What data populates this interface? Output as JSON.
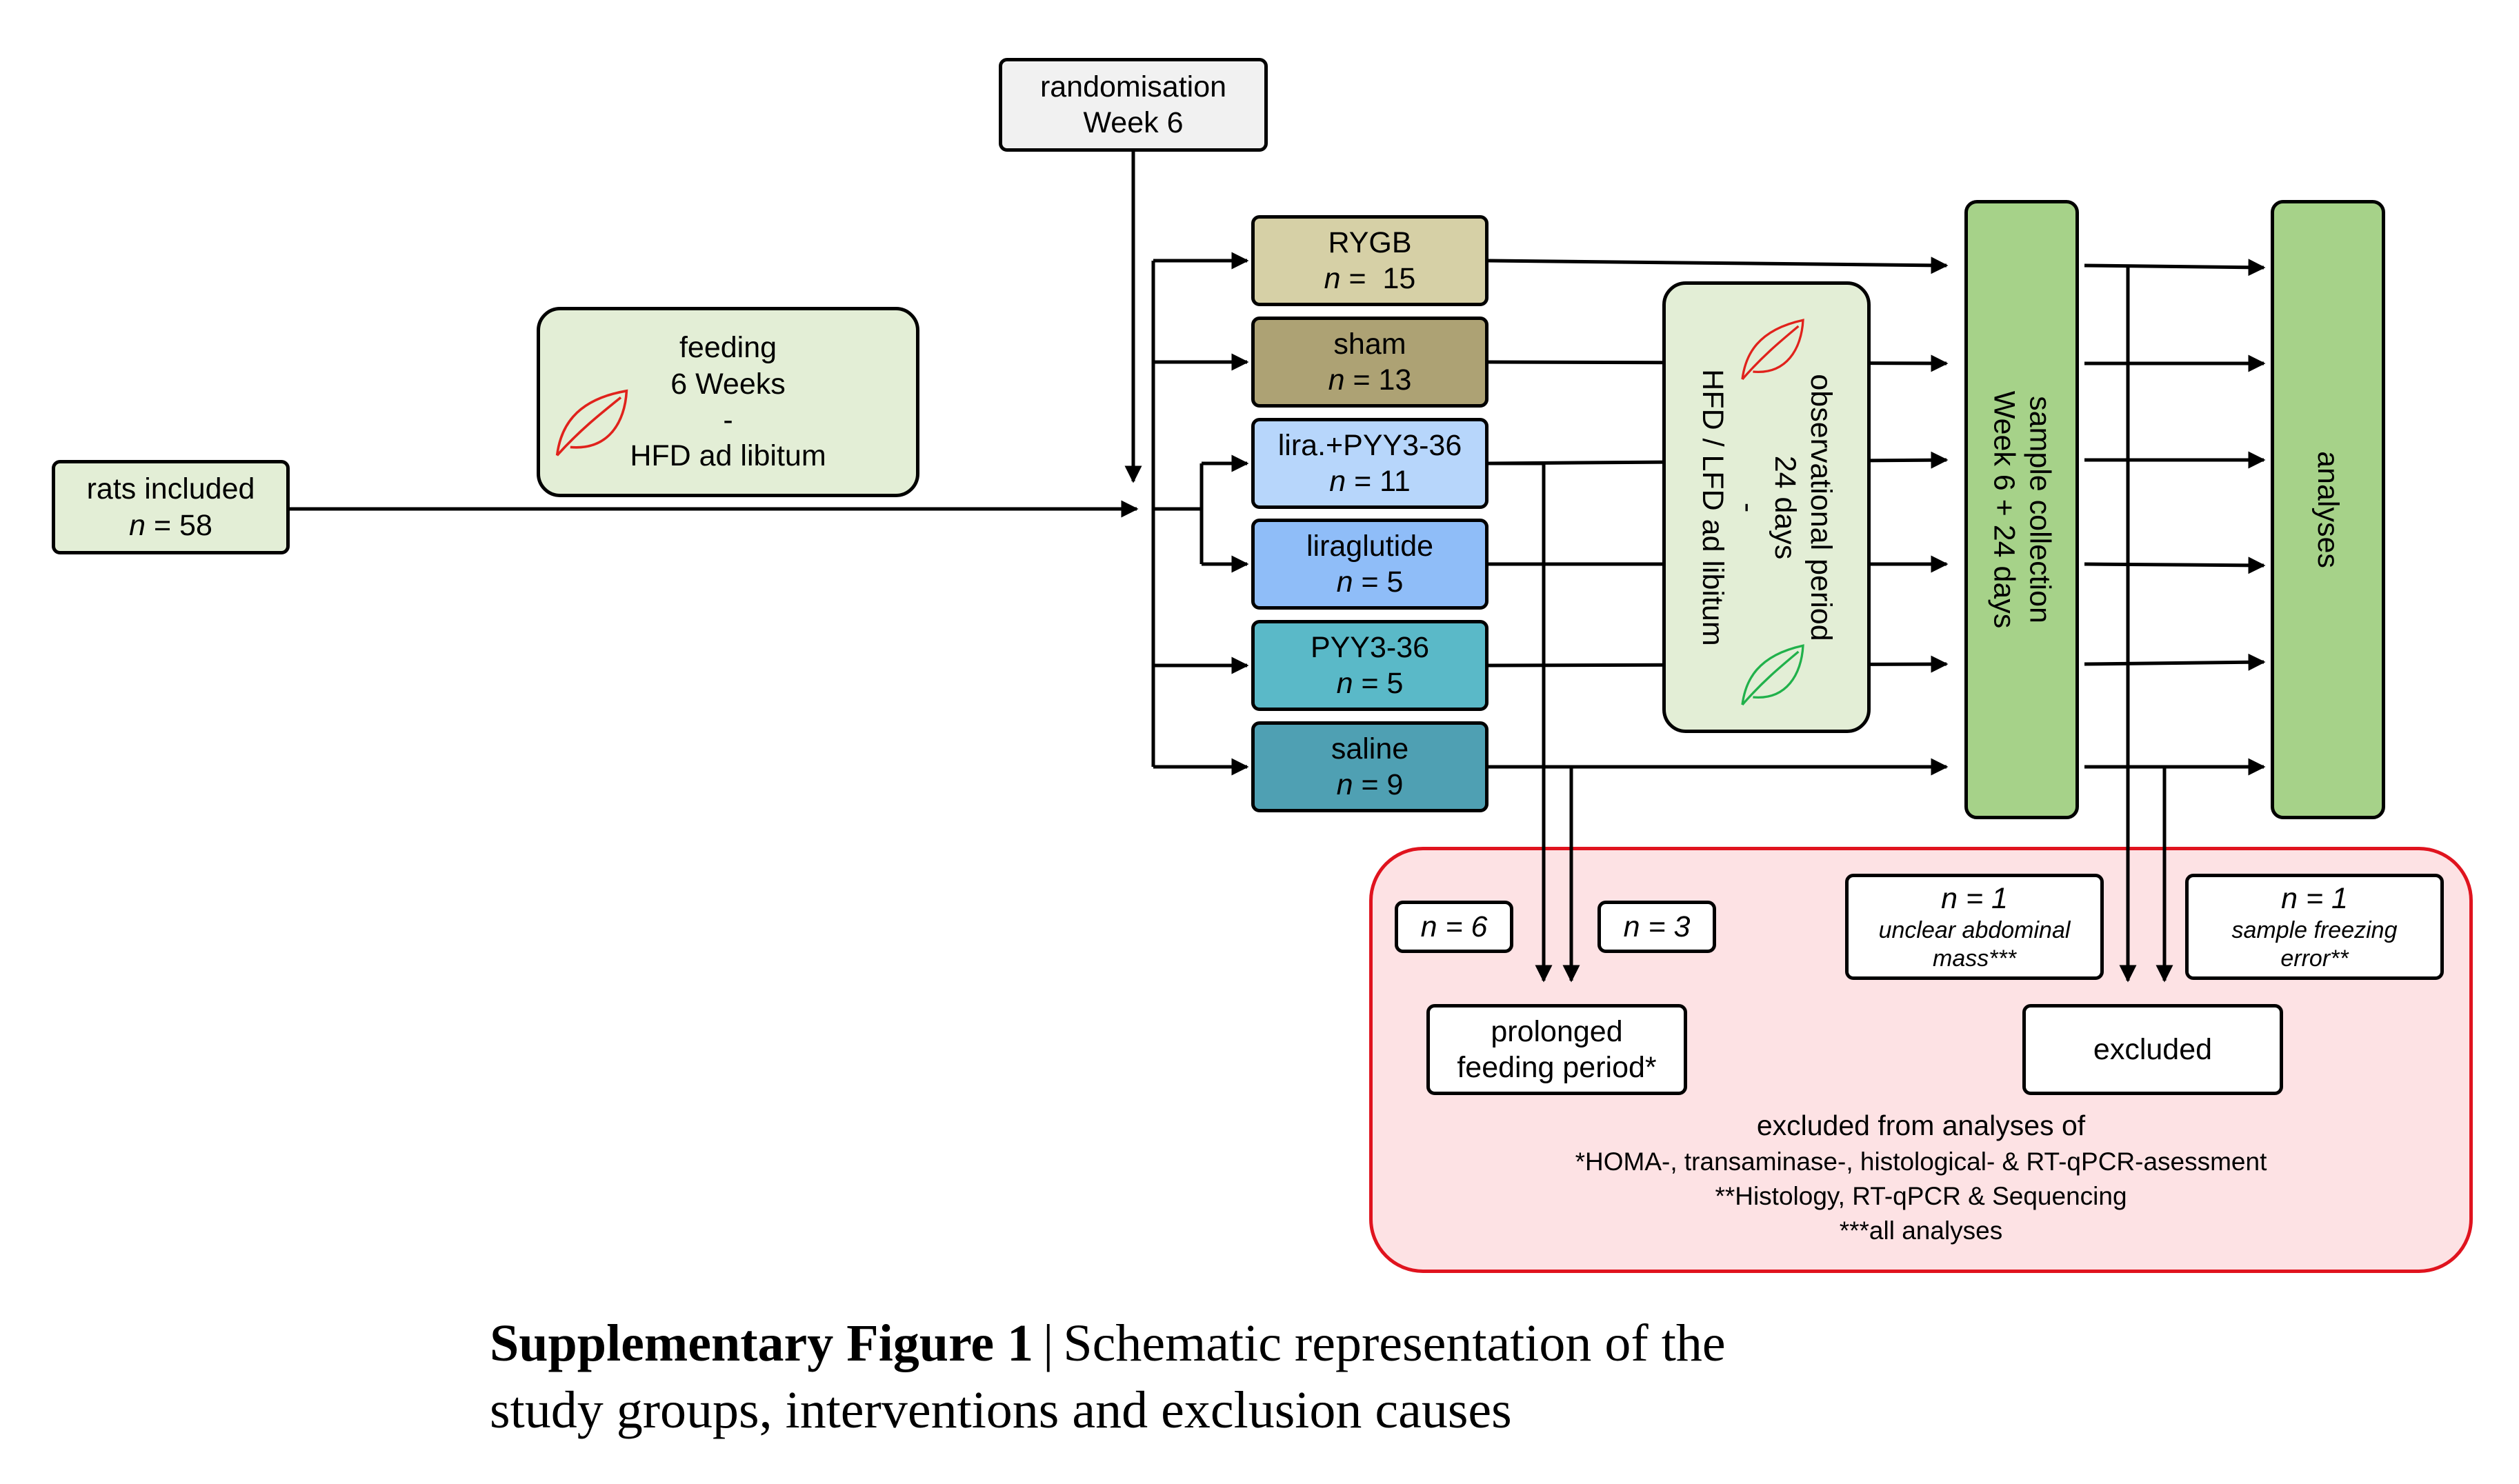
{
  "start": {
    "title": "rats included",
    "n_prefix": "n",
    "n_text": " = 58"
  },
  "feeding": {
    "line1": "feeding",
    "line2": "6 Weeks",
    "line3": "-",
    "line4": "HFD ad libitum"
  },
  "randomisation": {
    "line1": "randomisation",
    "line2": "Week 6"
  },
  "groups": [
    {
      "name": "RYGB",
      "n_text": " =  15",
      "color": "#d6d0a6"
    },
    {
      "name": "sham",
      "n_text": " = 13",
      "color": "#ada274"
    },
    {
      "name": "lira.+PYY3-36",
      "n_text": " = 11",
      "color": "#b7d6fb"
    },
    {
      "name": "liraglutide",
      "n_text": " = 5",
      "color": "#8fbdf8"
    },
    {
      "name": "PYY3-36",
      "n_text": " = 5",
      "color": "#5ab9c8"
    },
    {
      "name": "saline",
      "n_text": " = 9",
      "color": "#4fa0b3"
    }
  ],
  "n_prefix": "n",
  "observational": {
    "line1": "observational period",
    "line2": "24 days",
    "line3": "-",
    "line4": "HFD / LFD ad libitum"
  },
  "sample_collection": {
    "line1": "sample collection",
    "line2": "Week 6 + 24 days"
  },
  "analyses": {
    "label": "analyses"
  },
  "exclusion_panel": {
    "n6": " = 6",
    "n3": " = 3",
    "prolonged": {
      "line1": "prolonged",
      "line2": "feeding period*"
    },
    "abdominal": {
      "n_text": " = 1",
      "line1": "unclear abdominal",
      "line2": "mass***"
    },
    "freezing": {
      "n_text": " = 1",
      "line1": "sample freezing",
      "line2": "error**"
    },
    "excluded": "excluded",
    "footnotes": [
      "excluded from analyses of",
      "*HOMA-, transaminase-, histological- & RT-qPCR-asessment",
      "**Histology, RT-qPCR & Sequencing",
      "***all analyses"
    ]
  },
  "caption": {
    "bold": "Supplementary Figure 1",
    "separator": "|",
    "line1_rest": "Schematic representation of the",
    "line2": "study groups, interventions and exclusion causes"
  },
  "colors": {
    "light_green": "#e3eed6",
    "green": "#a6d289",
    "randomisation_grey": "#f1f1f1",
    "exclusion_bg": "#fde2e4",
    "exclusion_border": "#e0131e",
    "leaf_red": "#e0221c",
    "leaf_green": "#21b14b"
  },
  "icons": [
    "leaf-icon"
  ]
}
